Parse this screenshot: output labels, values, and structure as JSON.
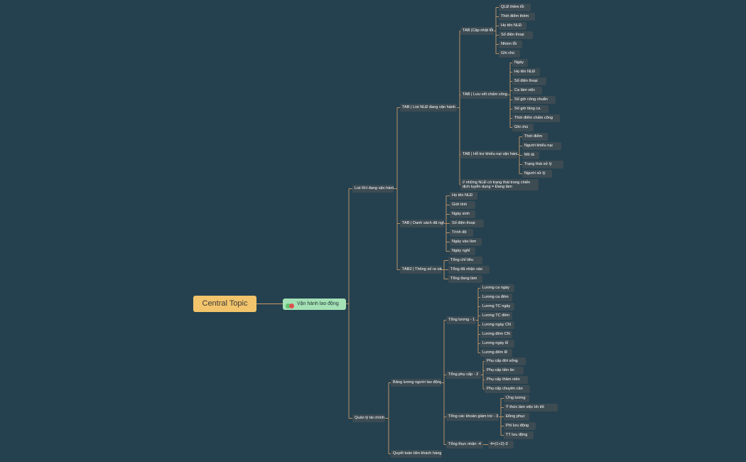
{
  "colors": {
    "background": "#25414f",
    "connector": "#c99a6a",
    "node_fill": "#3d4b52",
    "central_fill": "#f2c46b",
    "main_fill": "#a4e2b5"
  },
  "central": {
    "label": "Central Topic"
  },
  "main_topic": {
    "label": "Vận hành lao động",
    "icon": "priority-badge-icon"
  },
  "branches": [
    {
      "label": "List KH đang vận hành",
      "children": [
        {
          "label": "TAB | List NLĐ đang vận hành",
          "children": [
            {
              "label": "TAB |Cập nhật lỗi",
              "children": [
                "QLĐ thêm lỗi",
                "Thời điểm thêm",
                "Họ tên NLĐ",
                "Số điện thoại",
                "Nhóm lỗi",
                "Ghi chú"
              ]
            },
            {
              "label": "TAB | Lưu vết chấm công",
              "children": [
                "Ngày",
                "Họ tên NLĐ",
                "Số điện thoại",
                "Ca làm việc",
                "Số giờ công chuẩn",
                "Số giờ tăng ca",
                "Thời điểm chấm công",
                "Ghi chú"
              ]
            },
            {
              "label": "TAB | Hỗ trợ khiếu nại vận hành",
              "children": [
                "Thời điểm",
                "Người khiếu nại",
                "Mô tả",
                "Trạng thái xử lý",
                "Người xử lý"
              ]
            },
            {
              "label": "// những NLĐ có trạng thái trong chiến dịch tuyển dụng = Đang làm",
              "children": []
            }
          ]
        },
        {
          "label": "TAB | Danh sách đã nghỉ",
          "children": [
            "Họ tên NLĐ",
            "Giới tính",
            "Ngày sinh",
            "Số điện thoại",
            "Trình độ",
            "Ngày vào làm",
            "Ngày nghỉ"
          ]
        },
        {
          "label": "TAB2 | Thông số ra vào",
          "children": [
            "Tổng chỉ tiêu",
            "Tổng đã nhận vào",
            "Tổng đang làm"
          ]
        }
      ]
    },
    {
      "label": "Quản lý tài chính",
      "children": [
        {
          "label": "Bảng lương người lao động",
          "children": [
            {
              "label": "Tổng lương - 1",
              "children": [
                "Lương ca ngày",
                "Lương ca đêm",
                "Lương TC ngày",
                "Lương TC đêm",
                "Lương ngày CN",
                "Lương đêm CN",
                "Lương ngày lễ",
                "Lương đêm lễ"
              ]
            },
            {
              "label": "Tổng phụ cấp - 2",
              "children": [
                "Phụ cấp đời sống",
                "Phụ cấp tiền ăn",
                "Phụ cấp thâm niên",
                "Phụ cấp chuyên cần"
              ]
            },
            {
              "label": "Tổng các khoản giảm trừ - 3",
              "children": [
                "Ứng lương",
                "Ý thức làm việc kh tốt",
                "Đồng phục",
                "Phí lưu động",
                "TT lưu động"
              ]
            },
            {
              "label": "Tổng thực nhận -4",
              "children": [
                "4=(1+2)-3"
              ]
            }
          ]
        },
        {
          "label": "Quyết toán tiền khách hàng",
          "children": []
        }
      ]
    }
  ]
}
